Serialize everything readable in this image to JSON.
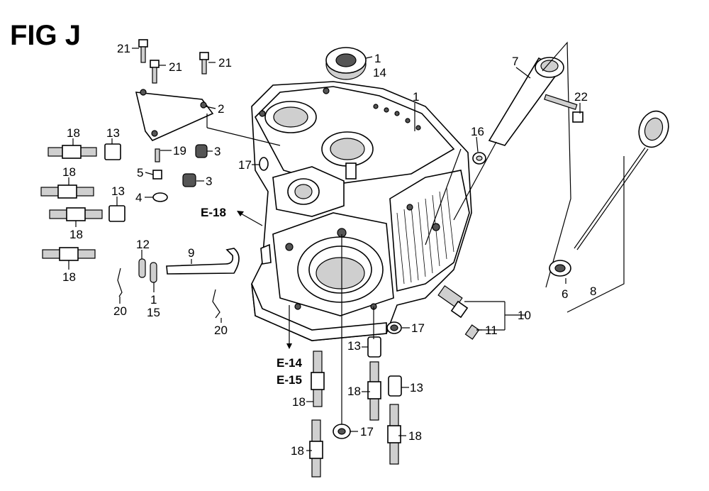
{
  "figure": {
    "title": "FIG J"
  },
  "callouts": {
    "c21a": "21",
    "c21b": "21",
    "c21c": "21",
    "c1a": "1",
    "c14": "14",
    "c1b": "1",
    "c2": "2",
    "c7": "7",
    "c22": "22",
    "c16": "16",
    "c18a": "18",
    "c13a": "13",
    "c19": "19",
    "c3a": "3",
    "c17a": "17",
    "c5": "5",
    "c3b": "3",
    "c18b": "18",
    "c13b": "13",
    "c4": "4",
    "c18c": "18",
    "c12": "12",
    "c9": "9",
    "c18d": "18",
    "c1c": "1",
    "c15": "15",
    "c20a": "20",
    "c20b": "20",
    "c6": "6",
    "c8": "8",
    "c10": "10",
    "c11": "11",
    "c17b": "17",
    "c13c": "13",
    "c13d": "13",
    "c18e": "18",
    "c18f": "18",
    "c17c": "17",
    "c18g": "18",
    "c18h": "18"
  },
  "references": {
    "e18": "E-18",
    "e14": "E-14",
    "e15": "E-15"
  }
}
